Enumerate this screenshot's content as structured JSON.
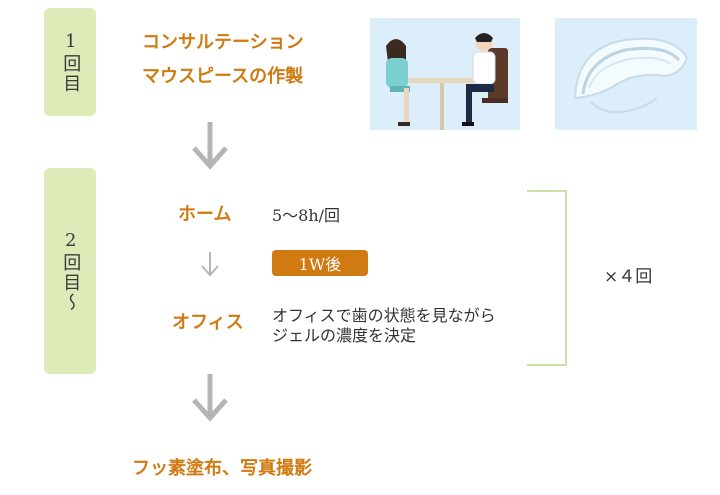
{
  "step1": {
    "tab_label": "1回目",
    "line1": "コンサルテーション",
    "line2": "マウスピースの作製"
  },
  "step2": {
    "tab_label": "2回目〜",
    "home_label": "ホーム",
    "home_time": "5〜8h/回",
    "interval_badge": "1W後",
    "office_label": "オフィス",
    "office_desc_line1": "オフィスで歯の状態を見ながら",
    "office_desc_line2": "ジェルの濃度を決定",
    "repeat_label": "×４回"
  },
  "final": {
    "label": "フッ素塗布、写真撮影"
  },
  "colors": {
    "accent_orange": "#d07a12",
    "tab_green": "#dcebb8",
    "arrow_gray": "#b5b5b5",
    "image_bg": "#dceef9"
  },
  "images": {
    "consultation": "consultation-illustration",
    "mouthpiece": "mouthpiece-tray-image"
  }
}
